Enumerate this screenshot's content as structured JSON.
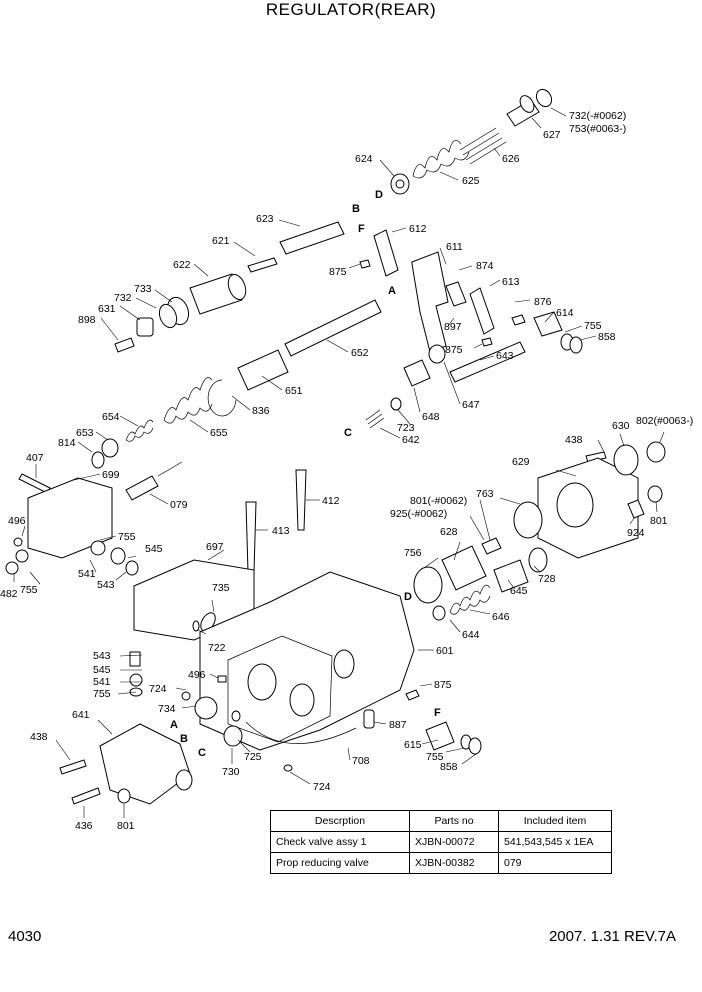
{
  "title": "REGULATOR(REAR)",
  "page_number": "4030",
  "revision": "2007. 1.31  REV.7A",
  "callouts": {
    "c732": "732(-#0062)",
    "c753": "753(#0063-)",
    "c627": "627",
    "c626": "626",
    "c624": "624",
    "c625": "625",
    "c623": "623",
    "c612": "612",
    "c621": "621",
    "c611": "611",
    "c622": "622",
    "c875a": "875",
    "c874": "874",
    "c613": "613",
    "c733": "733",
    "c732b": "732",
    "c631": "631",
    "c898": "898",
    "c876": "876",
    "c897": "897",
    "c614": "614",
    "c755a": "755",
    "c858a": "858",
    "c875b": "875",
    "c652": "652",
    "c643": "643",
    "c651": "651",
    "c654": "654",
    "c653": "653",
    "c814": "814",
    "c836": "836",
    "c655": "655",
    "c647": "647",
    "c648": "648",
    "c723": "723",
    "c642": "642",
    "c407": "407",
    "c699": "699",
    "c079": "079",
    "c412": "412",
    "c438a": "438",
    "c630": "630",
    "c802": "802(#0063-)",
    "c629": "629",
    "c763": "763",
    "c801a": "801(-#0062)",
    "c925": "925(-#0062)",
    "c496a": "496",
    "c755b": "755",
    "c545a": "545",
    "c541a": "541",
    "c543a": "543",
    "c482": "482",
    "c755c": "755",
    "c413": "413",
    "c697": "697",
    "c628": "628",
    "c756": "756",
    "c801b": "801",
    "c924": "924",
    "c728": "728",
    "c645": "645",
    "c735": "735",
    "c646": "646",
    "c722": "722",
    "c644": "644",
    "c601": "601",
    "c543b": "543",
    "c545b": "545",
    "c541b": "541",
    "c755d": "755",
    "c496b": "496",
    "c724a": "724",
    "c875c": "875",
    "c641": "641",
    "c734": "734",
    "c887": "887",
    "c438b": "438",
    "c725": "725",
    "c615": "615",
    "c730": "730",
    "c755e": "755",
    "c858b": "858",
    "c708": "708",
    "c724b": "724",
    "c436": "436",
    "c801c": "801"
  },
  "refs": {
    "b1": "B",
    "d1": "D",
    "f1": "F",
    "a1": "A",
    "c1": "C",
    "d2": "D",
    "a2": "A",
    "b2": "B",
    "c2": "C",
    "f2": "F"
  },
  "table": {
    "headers": [
      "Descrption",
      "Parts no",
      "Included item"
    ],
    "rows": [
      [
        "Check valve assy 1",
        "XJBN-00072",
        "541,543,545 x 1EA"
      ],
      [
        "Prop reducing valve",
        "XJBN-00382",
        "079"
      ]
    ]
  }
}
